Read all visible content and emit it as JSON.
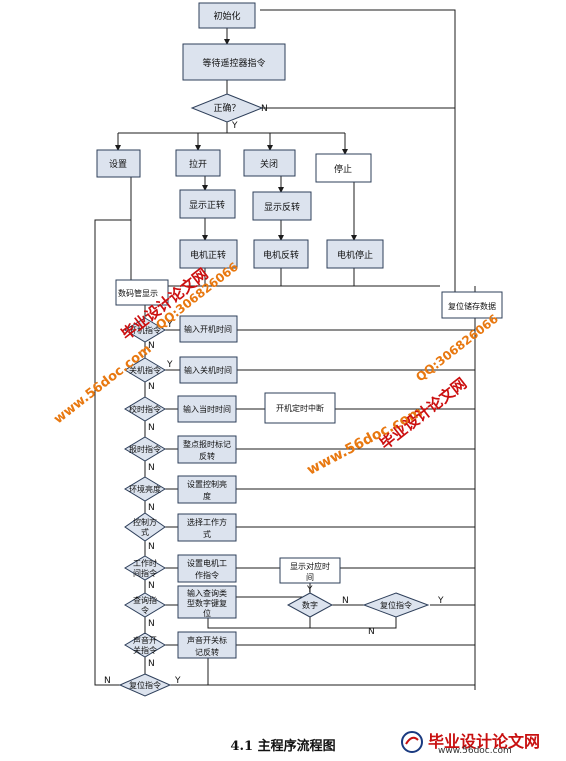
{
  "nodes": {
    "init": "初始化",
    "wait": "等待遥控器指令",
    "correct": "正确？",
    "setup": "设置",
    "open": "拉开",
    "close": "关闭",
    "stop": "停止",
    "show_fwd": "显示正转",
    "show_rev": "显示反转",
    "motor_fwd": "电机正转",
    "motor_rev": "电机反转",
    "motor_stop": "电机停止",
    "tube_disp": "数码管显示",
    "reset_save": "复位储存数据",
    "on_cmd": "开机指令",
    "in_on_time": "输入开机时间",
    "off_cmd": "关机指令",
    "in_off_time": "输入关机时间",
    "timing_cmd": "校时指令",
    "in_cur_time": "输入当时时间",
    "timer_irq": "开机定时中断",
    "report_cmd": "报时指令",
    "hour_flag_1": "整点报时标记",
    "hour_flag_2": "反转",
    "env_degree": "环境亮度",
    "set_ctrl_1": "设置控制亮",
    "set_ctrl_2": "度",
    "ctrl_mode_1": "控制方",
    "ctrl_mode_2": "式",
    "sel_mode_1": "选择工作方",
    "sel_mode_2": "式",
    "work_time_1": "工作时",
    "work_time_2": "间指令",
    "set_motor_1": "设置电机工",
    "set_motor_2": "作指令",
    "show_time_1": "显示对应时",
    "show_time_2": "间",
    "query_1": "查询指",
    "query_2": "令",
    "input_query_1": "输入查询类",
    "input_query_2": "型数字键复",
    "input_query_3": "位",
    "digit": "数字",
    "reset_cmd_q": "复位指令",
    "sound_1": "声音开",
    "sound_2": "关指令",
    "sound_flag_1": "声音开关标",
    "sound_flag_2": "记反转",
    "reset_cmd": "复位指令"
  },
  "labels": {
    "yes": "Y",
    "no": "N"
  },
  "watermarks": {
    "site_cn": "毕业设计论文网",
    "site_url": "www.56doc.com",
    "qq": "QQ:306826066"
  },
  "caption": "4.1   主程序流程图",
  "logo": {
    "name": "毕业设计论文网",
    "url": "www.56doc.com"
  }
}
